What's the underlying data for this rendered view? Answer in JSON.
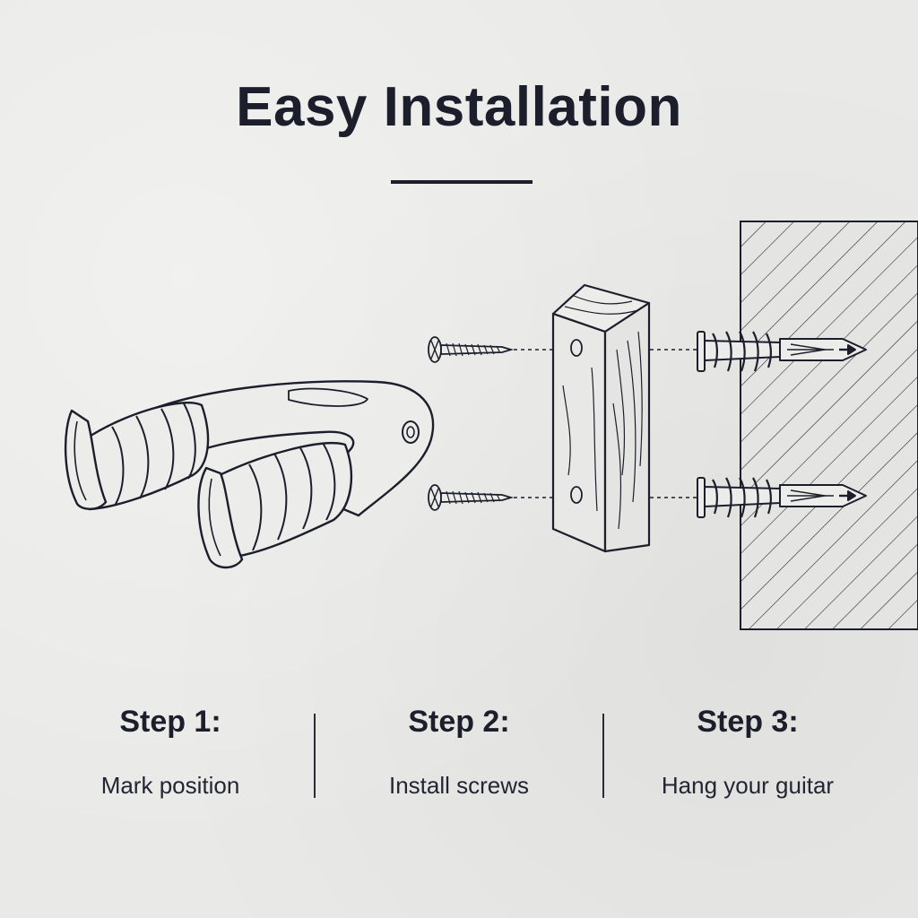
{
  "header": {
    "title": "Easy Installation"
  },
  "colors": {
    "ink": "#1c1f2b",
    "background": "#e9e9e7"
  },
  "illustration": {
    "icons": [
      "guitar-hanger-icon",
      "screw-icon",
      "wood-block-icon",
      "wall-anchor-icon",
      "wall-icon"
    ]
  },
  "steps": [
    {
      "title": "Step 1:",
      "text": "Mark position"
    },
    {
      "title": "Step 2:",
      "text": "Install screws"
    },
    {
      "title": "Step 3:",
      "text": "Hang your guitar"
    }
  ]
}
